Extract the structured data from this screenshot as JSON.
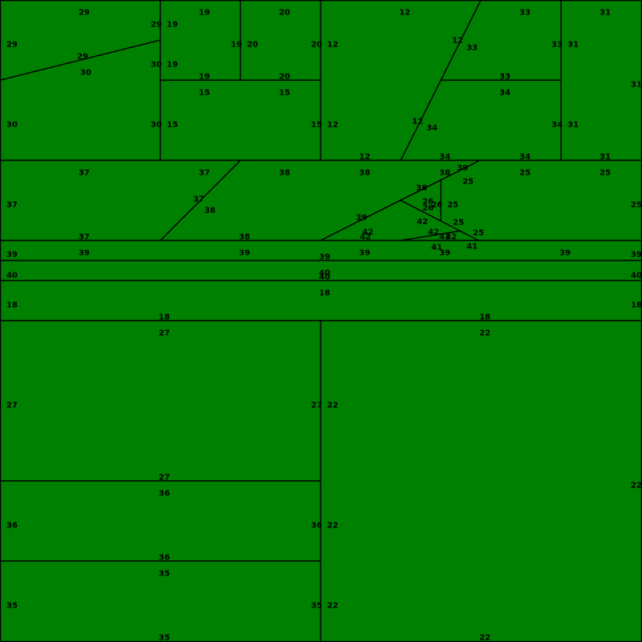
{
  "colors": {
    "fill": "#008000",
    "line": "#000000",
    "text": "#000000"
  },
  "labels": [
    "29",
    "29",
    "29",
    "29",
    "19",
    "19",
    "19",
    "19",
    "19",
    "20",
    "20",
    "20",
    "20",
    "12",
    "12",
    "12",
    "12",
    "12",
    "12",
    "33",
    "33",
    "33",
    "33",
    "31",
    "31",
    "31",
    "31",
    "31",
    "30",
    "30",
    "30",
    "30",
    "15",
    "15",
    "15",
    "15",
    "34",
    "34",
    "34",
    "34",
    "34",
    "37",
    "37",
    "37",
    "37",
    "37",
    "38",
    "38",
    "38",
    "38",
    "38",
    "38",
    "39",
    "39",
    "39",
    "39",
    "39",
    "39",
    "39",
    "39",
    "39",
    "39",
    "25",
    "25",
    "25",
    "25",
    "25",
    "25",
    "25",
    "26",
    "26",
    "26",
    "42",
    "42",
    "42",
    "42",
    "42",
    "41",
    "41",
    "41",
    "40",
    "40",
    "40",
    "40",
    "18",
    "18",
    "18",
    "18",
    "18",
    "27",
    "27",
    "27",
    "27",
    "22",
    "22",
    "22",
    "22",
    "22",
    "22",
    "36",
    "36",
    "36",
    "36",
    "35",
    "35",
    "35",
    "35"
  ]
}
